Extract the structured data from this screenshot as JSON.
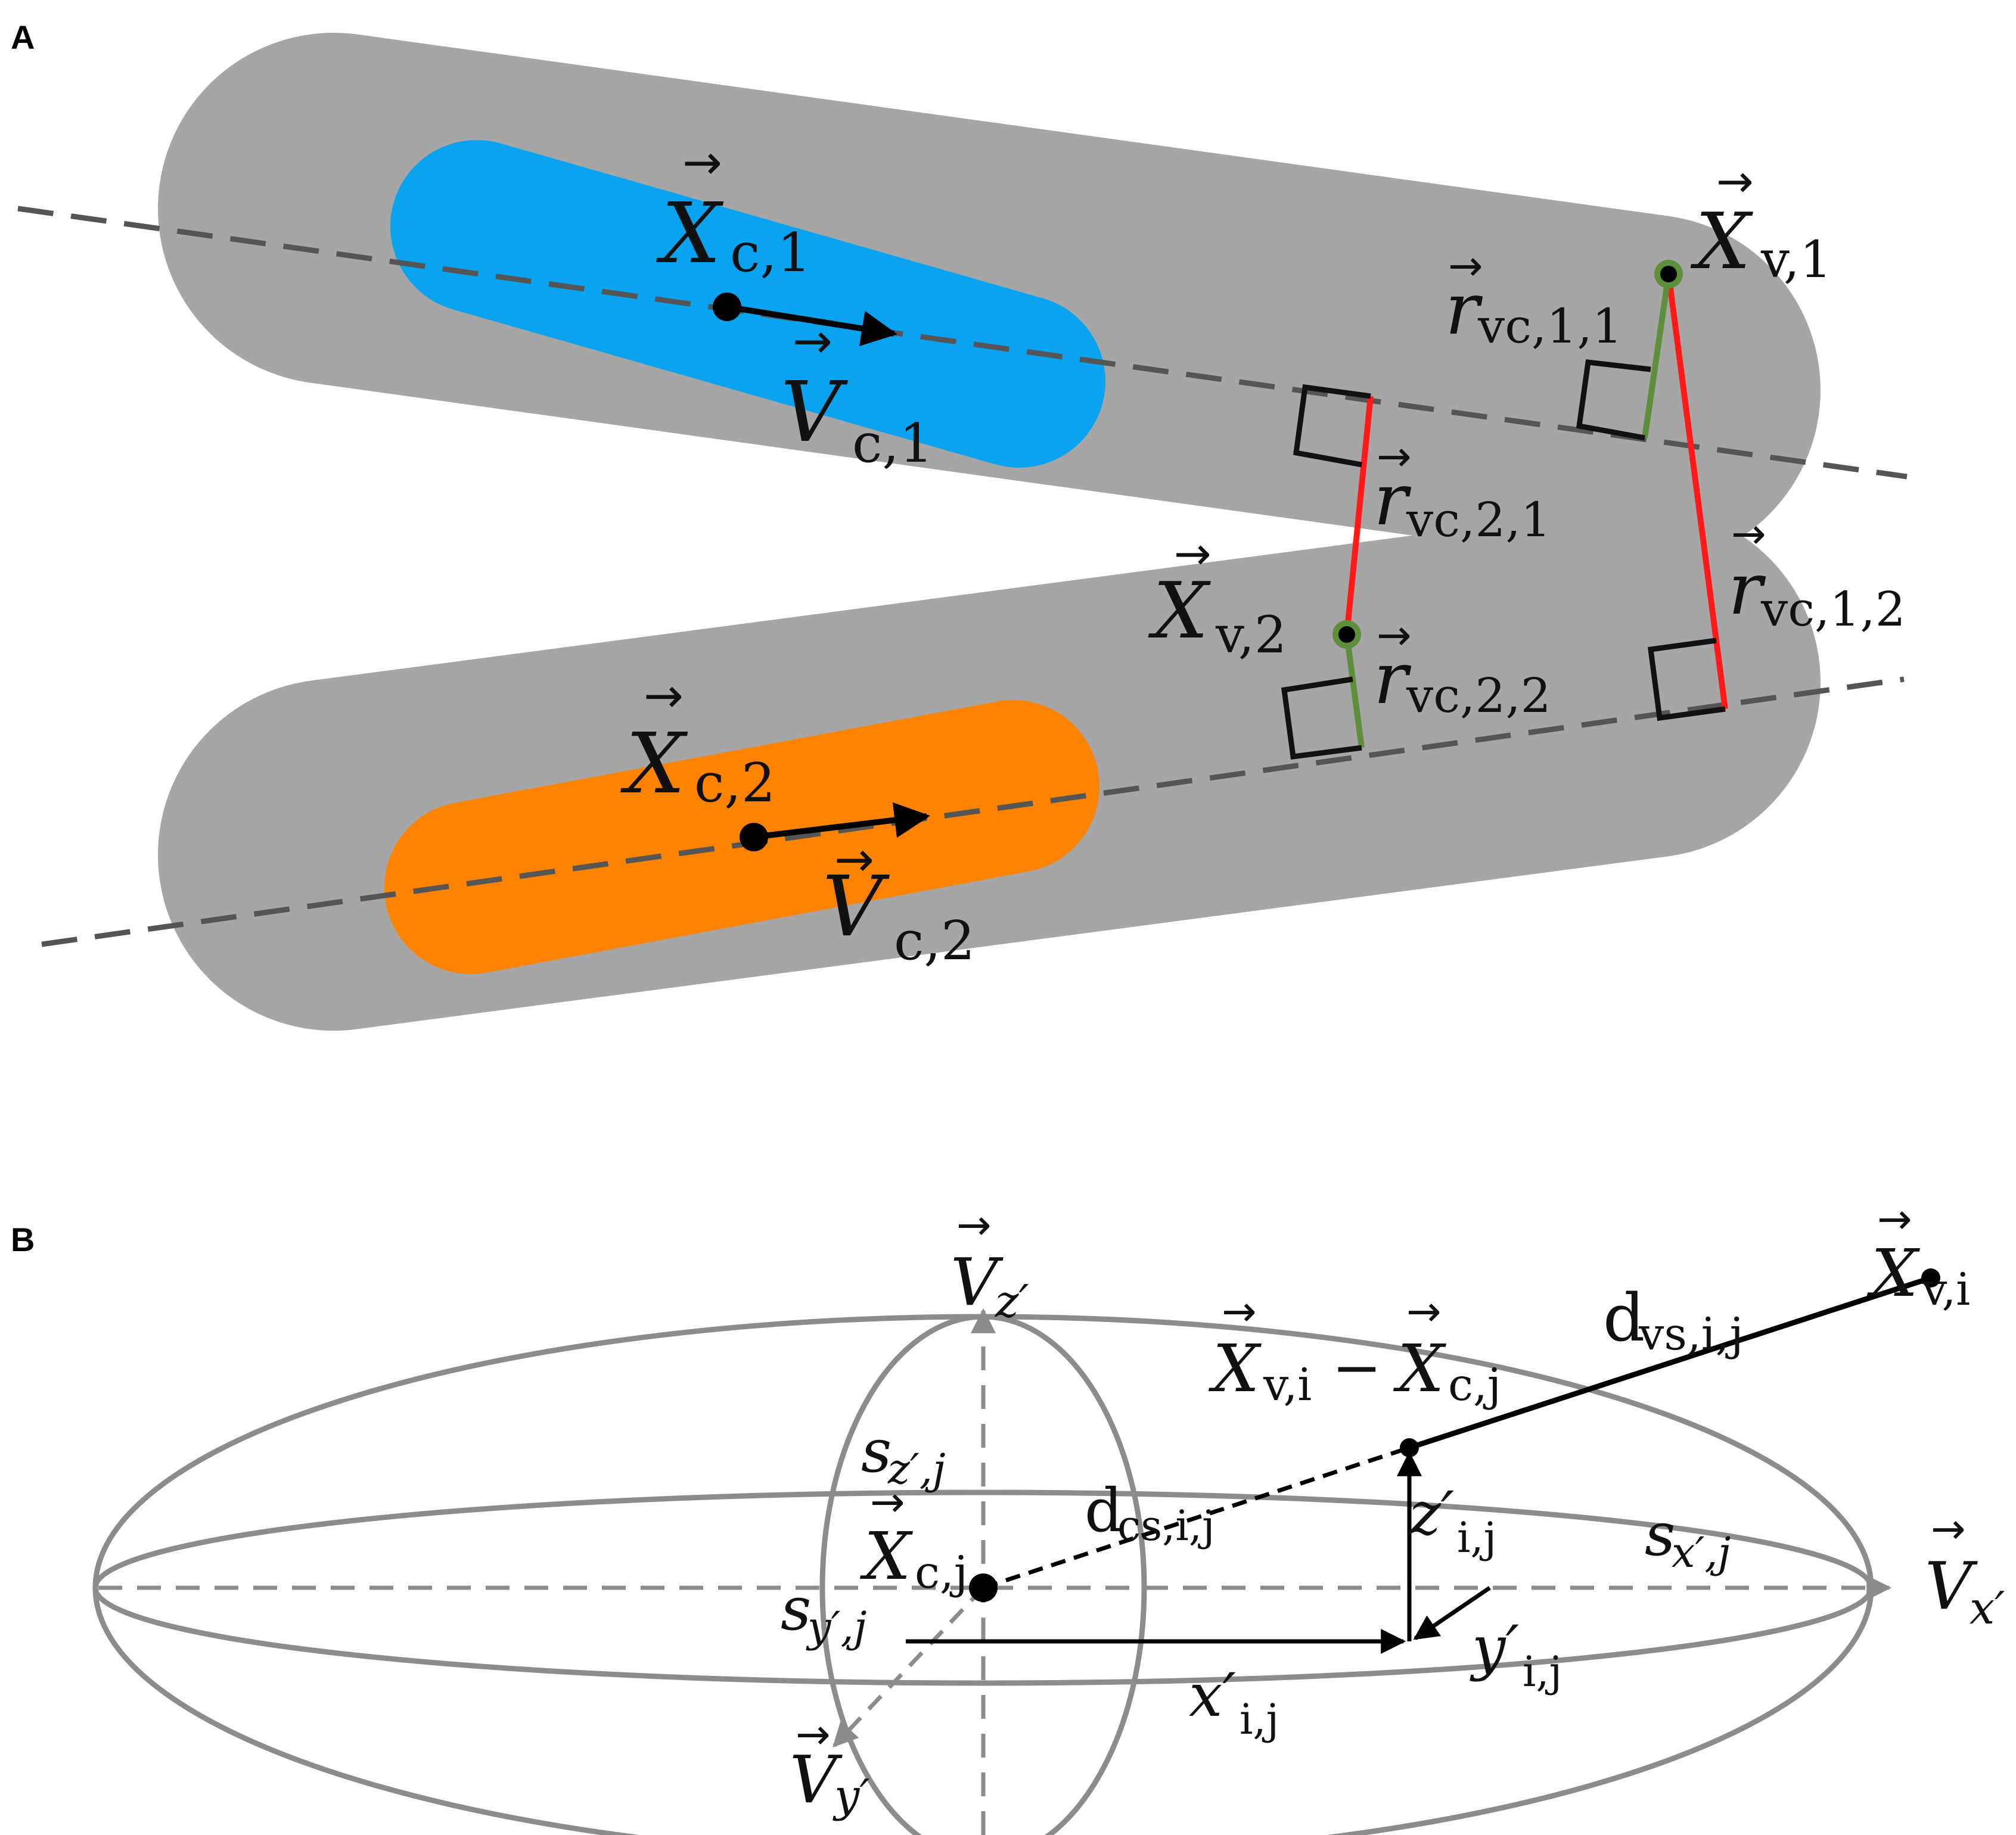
{
  "panels": {
    "a": {
      "label": "A"
    },
    "b": {
      "label": "B"
    }
  },
  "colors": {
    "capsule_outer": "#a6a6a6",
    "capsule_1": "#0aa3ef",
    "capsule_2": "#fd8300",
    "normal_red": "#ff1a1a",
    "normal_green": "#5e8f3a",
    "axis_dashed": "#555555",
    "ellipsoid": "#8c8c8c"
  },
  "labels_a": {
    "xc1": {
      "sym": "X",
      "sub": "c,1"
    },
    "vc1": {
      "sym": "V",
      "sub": "c,1"
    },
    "xc2": {
      "sym": "X",
      "sub": "c,2"
    },
    "vc2": {
      "sym": "V",
      "sub": "c,2"
    },
    "xv1": {
      "sym": "X",
      "sub": "v,1"
    },
    "xv2": {
      "sym": "X",
      "sub": "v,2"
    },
    "rvc11": {
      "sym": "r",
      "sub": "vc,1,1"
    },
    "rvc21": {
      "sym": "r",
      "sub": "vc,2,1"
    },
    "rvc12": {
      "sym": "r",
      "sub": "vc,1,2"
    },
    "rvc22": {
      "sym": "r",
      "sub": "vc,2,2"
    }
  },
  "labels_b": {
    "vz": {
      "sym": "V",
      "sub": "z′"
    },
    "vx": {
      "sym": "V",
      "sub": "x′"
    },
    "vy": {
      "sym": "V",
      "sub": "y′"
    },
    "xvi": {
      "sym": "X",
      "sub": "v,i"
    },
    "xcj": {
      "sym": "X",
      "sub": "c,j"
    },
    "diff_a": {
      "sym": "X",
      "sub": "v,i"
    },
    "diff_op": "−",
    "diff_b": {
      "sym": "X",
      "sub": "c,j"
    },
    "dvs": {
      "sym": "d",
      "sub": "vs,i,j"
    },
    "dcs": {
      "sym": "d",
      "sub": "cs,i,j"
    },
    "szj": {
      "sym": "s",
      "sub": "z′,j"
    },
    "sxj": {
      "sym": "s",
      "sub": "x′,j"
    },
    "syj": {
      "sym": "s",
      "sub": "y′,j"
    },
    "zij": {
      "sym": "z′",
      "sub": "i,j"
    },
    "yij": {
      "sym": "y′",
      "sub": "i,j"
    },
    "xij": {
      "sym": "x′",
      "sub": "i,j"
    }
  }
}
